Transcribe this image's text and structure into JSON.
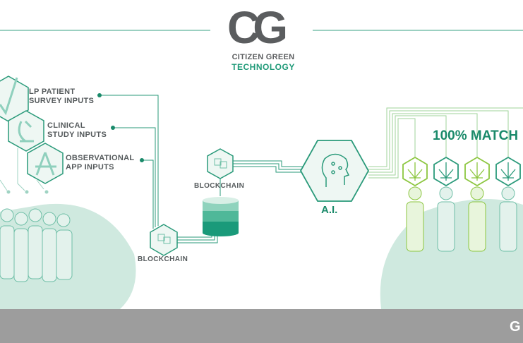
{
  "logo": {
    "monogram": "CG",
    "line1": "CITIZEN GREEN",
    "line2": "TECHNOLOGY"
  },
  "inputs": [
    {
      "label": "LP PATIENT\nSURVEY INPUTS",
      "icon": "checkmark-icon"
    },
    {
      "label": "CLINICAL\nSTUDY INPUTS",
      "icon": "microscope-icon"
    },
    {
      "label": "OBSERVATIONAL\nAPP INPUTS",
      "icon": "app-store-icon"
    }
  ],
  "blockchain_labels": [
    "BLOCKCHAIN",
    "BLOCKCHAIN"
  ],
  "ai_label": "A.I.",
  "match_label": "100% MATCH",
  "footer": {
    "letter": "G"
  },
  "colors": {
    "green": "#1f9a78",
    "light_green": "#8cc63f",
    "gray": "#555a5c",
    "footer": "#9d9d9d"
  }
}
